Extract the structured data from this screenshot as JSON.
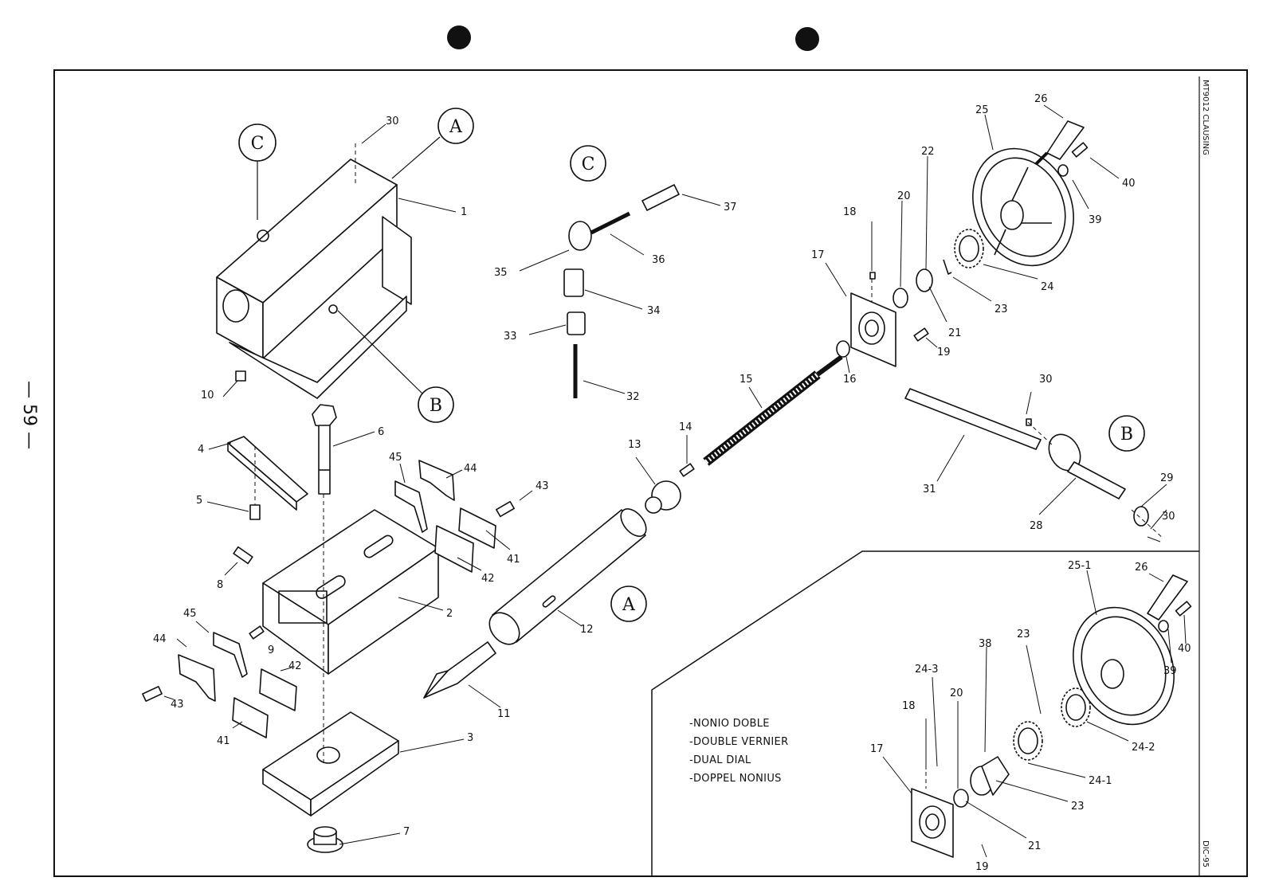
{
  "page_number": "— 59 —",
  "model": "MT9012 CLAUSING",
  "drawing_code": "DIC-95",
  "detail_letters": [
    "A",
    "B",
    "C"
  ],
  "notes": [
    "-NONIO DOBLE",
    "-DOUBLE VERNIER",
    "-DUAL DIAL",
    "-DOPPEL NONIUS"
  ],
  "callouts": [
    "1",
    "2",
    "3",
    "4",
    "5",
    "6",
    "7",
    "8",
    "9",
    "10",
    "11",
    "12",
    "13",
    "14",
    "15",
    "16",
    "17",
    "18",
    "19",
    "20",
    "21",
    "22",
    "23",
    "24",
    "25",
    "26",
    "28",
    "29",
    "30",
    "31",
    "32",
    "33",
    "34",
    "35",
    "36",
    "37",
    "38",
    "39",
    "40",
    "41",
    "42",
    "43",
    "44",
    "45",
    "24-1",
    "24-2",
    "24-3",
    "25-1"
  ]
}
